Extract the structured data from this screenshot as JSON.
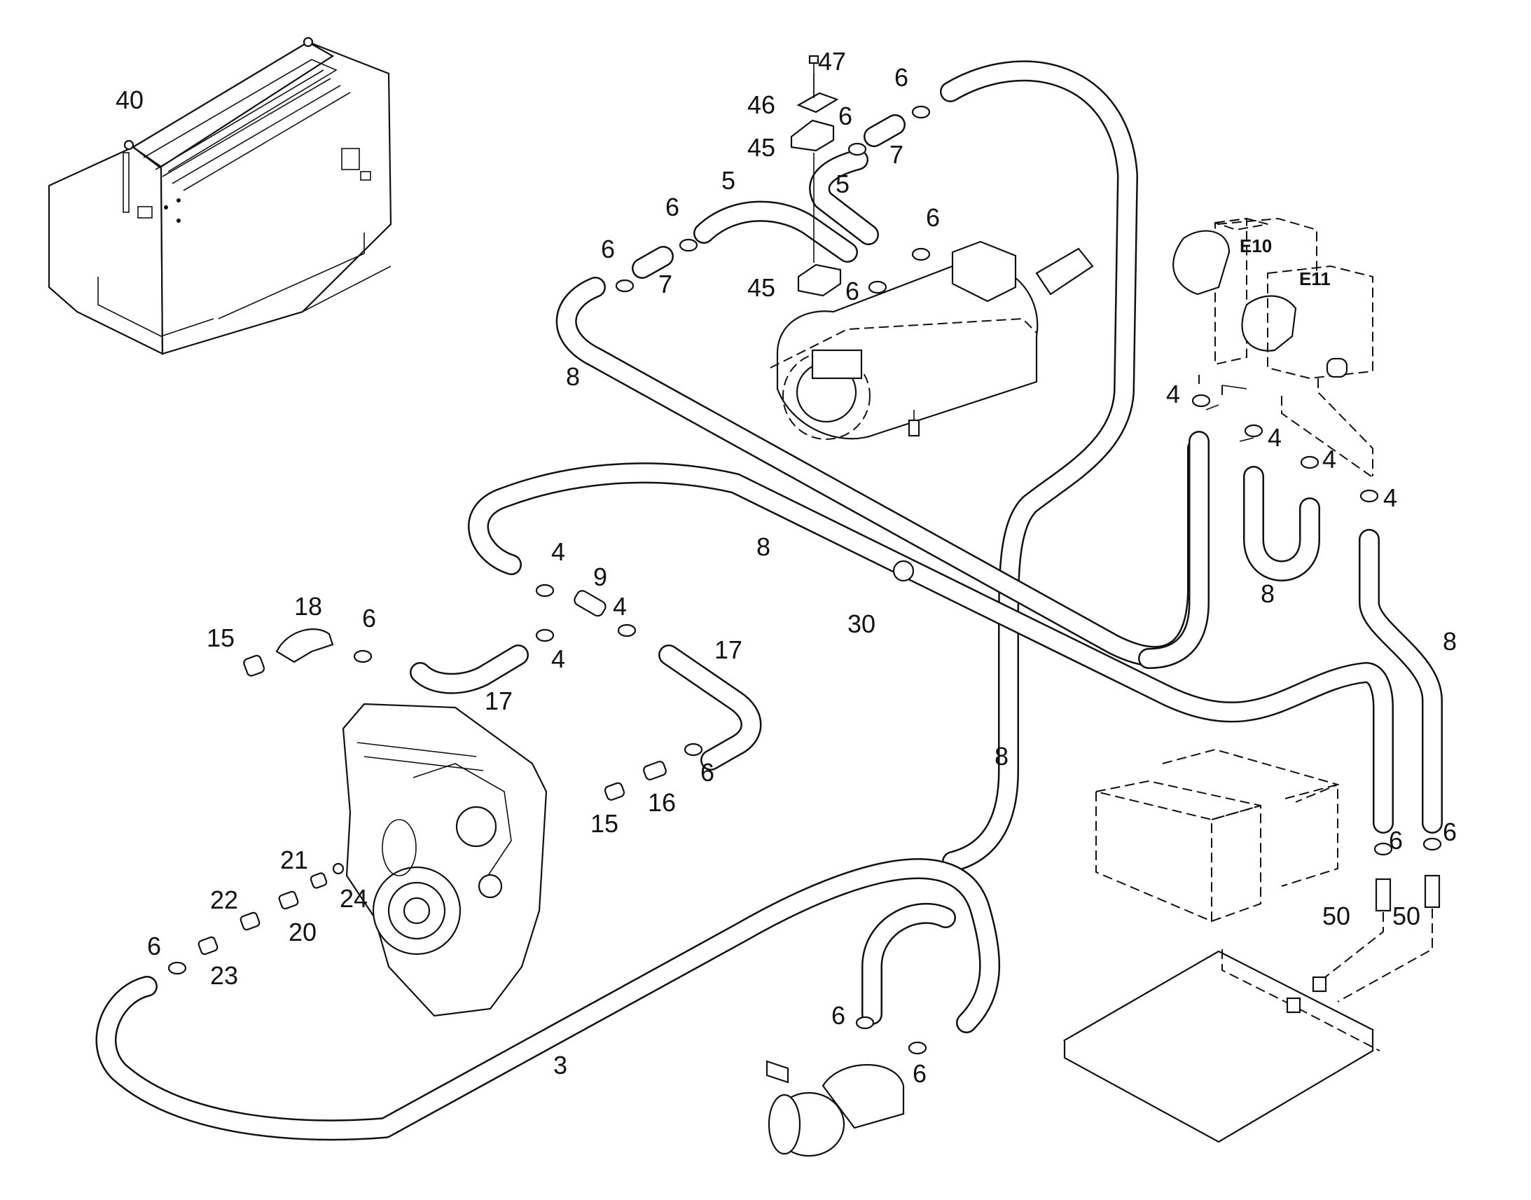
{
  "callouts": [
    {
      "id": "c40",
      "text": "40"
    },
    {
      "id": "c47",
      "text": "47"
    },
    {
      "id": "c46",
      "text": "46"
    },
    {
      "id": "c45a",
      "text": "45"
    },
    {
      "id": "c45b",
      "text": "45"
    },
    {
      "id": "c6a",
      "text": "6"
    },
    {
      "id": "c6b",
      "text": "6"
    },
    {
      "id": "c6c",
      "text": "6"
    },
    {
      "id": "c6d",
      "text": "6"
    },
    {
      "id": "c6e",
      "text": "6"
    },
    {
      "id": "c6f",
      "text": "6"
    },
    {
      "id": "c6g",
      "text": "6"
    },
    {
      "id": "c6h",
      "text": "6"
    },
    {
      "id": "c6i",
      "text": "6"
    },
    {
      "id": "c6j",
      "text": "6"
    },
    {
      "id": "c6k",
      "text": "6"
    },
    {
      "id": "c6l",
      "text": "6"
    },
    {
      "id": "c6m",
      "text": "6"
    },
    {
      "id": "c7a",
      "text": "7"
    },
    {
      "id": "c7b",
      "text": "7"
    },
    {
      "id": "c5a",
      "text": "5"
    },
    {
      "id": "c5b",
      "text": "5"
    },
    {
      "id": "c8a",
      "text": "8"
    },
    {
      "id": "c8b",
      "text": "8"
    },
    {
      "id": "c8c",
      "text": "8"
    },
    {
      "id": "c8d",
      "text": "8"
    },
    {
      "id": "c8e",
      "text": "8"
    },
    {
      "id": "c4a",
      "text": "4"
    },
    {
      "id": "c4b",
      "text": "4"
    },
    {
      "id": "c4c",
      "text": "4"
    },
    {
      "id": "c4d",
      "text": "4"
    },
    {
      "id": "c4e",
      "text": "4"
    },
    {
      "id": "c4f",
      "text": "4"
    },
    {
      "id": "c4g",
      "text": "4"
    },
    {
      "id": "c9",
      "text": "9"
    },
    {
      "id": "c30",
      "text": "30"
    },
    {
      "id": "c18",
      "text": "18"
    },
    {
      "id": "c15a",
      "text": "15"
    },
    {
      "id": "c15b",
      "text": "15"
    },
    {
      "id": "c17a",
      "text": "17"
    },
    {
      "id": "c17b",
      "text": "17"
    },
    {
      "id": "c16",
      "text": "16"
    },
    {
      "id": "c21",
      "text": "21"
    },
    {
      "id": "c22",
      "text": "22"
    },
    {
      "id": "c24",
      "text": "24"
    },
    {
      "id": "c20",
      "text": "20"
    },
    {
      "id": "c23",
      "text": "23"
    },
    {
      "id": "c3",
      "text": "3"
    },
    {
      "id": "c50a",
      "text": "50"
    },
    {
      "id": "c50b",
      "text": "50"
    }
  ],
  "labels": {
    "e10": "E10",
    "e11": "E11"
  }
}
